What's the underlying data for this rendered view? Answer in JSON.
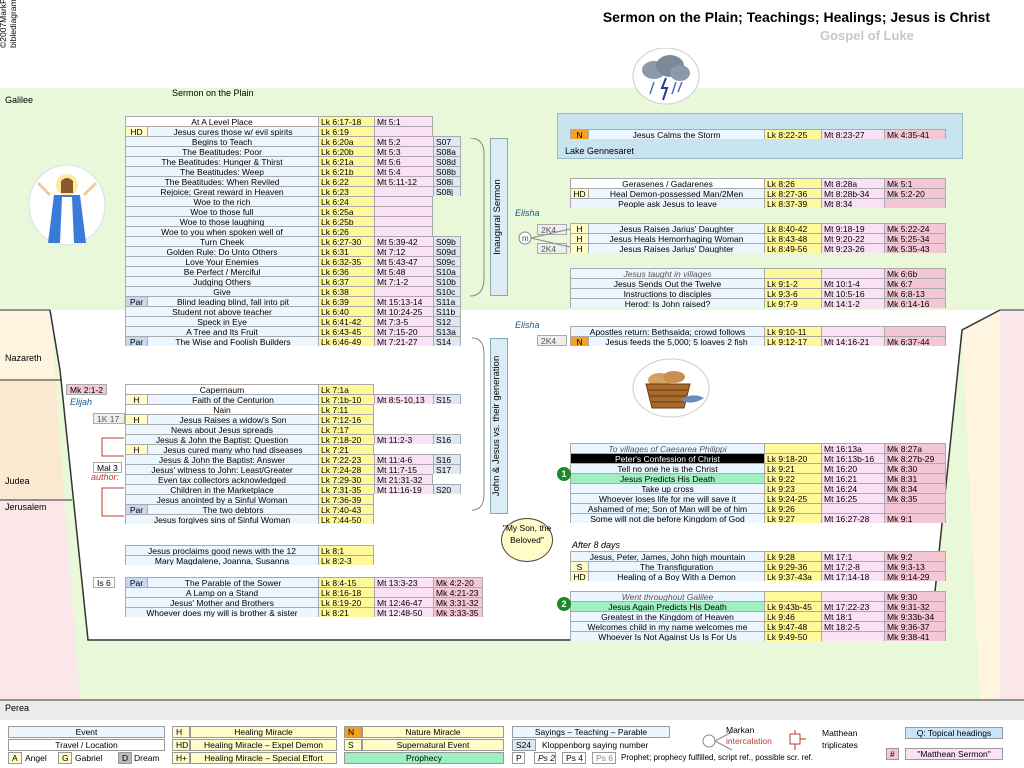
{
  "header": {
    "title": "Sermon on the Plain; Teachings; Healings; Jesus is Christ",
    "subtitle": "Gospel of Luke",
    "credit1": "©2007MarkPoyser",
    "credit2": "biblediagrams.com"
  },
  "regions": {
    "galilee": "Galilee",
    "nazareth": "Nazareth",
    "judea": "Judea",
    "jerusalem": "Jerusalem",
    "perea": "Perea",
    "lake": "Lake Gennesaret"
  },
  "labels": {
    "sermon_plain": "Sermon on the Plain",
    "inaugural": "Inaugural Sermon",
    "john_jesus": "John & Jesus vs. their generation",
    "elisha1": "Elisha",
    "elisha2": "Elisha",
    "elijah": "Elijah",
    "author": "author:",
    "speech": "\"My Son, the Beloved\"",
    "after8": "After 8 days",
    "circle1": "1",
    "circle2": "2",
    "m": "m"
  },
  "refs": {
    "mk212": "Mk 2:1-2",
    "lk1k17": "1K 17",
    "mal3": "Mal 3",
    "is6": "Is 6",
    "k4a": "2K4",
    "k4b": "2K4",
    "k4c": "2K4"
  },
  "left_rows": [
    {
      "e": "At A Level Place",
      "t": "travel",
      "c1": "Lk 6:17-18",
      "c2": "Mt 5:1",
      "c3": "",
      "s": ""
    },
    {
      "g": "HD",
      "e": "Jesus cures those w/ evil spirits",
      "c1": "Lk 6:19",
      "c2": "",
      "c3": "",
      "s": ""
    },
    {
      "e": "Begins to Teach",
      "c1": "Lk 6:20a",
      "c2": "Mt 5:2",
      "c3": "",
      "s": "S07"
    },
    {
      "e": "The Beatitudes: Poor",
      "c1": "Lk 6:20b",
      "c2": "Mt 5:3",
      "c3": "",
      "s": "S08a"
    },
    {
      "e": "The Beatitudes: Hunger & Thirst",
      "c1": "Lk 6:21a",
      "c2": "Mt 5:6",
      "c3": "",
      "s": "S08d"
    },
    {
      "e": "The Beatitudes: Weep",
      "c1": "Lk 6:21b",
      "c2": "Mt 5:4",
      "c3": "",
      "s": "S08b"
    },
    {
      "e": "The Beatitudes: When Reviled",
      "c1": "Lk 6:22",
      "c2": "Mt 5:11-12",
      "c3": "",
      "s": "S08i"
    },
    {
      "e": "Rejoice; Great reward in Heaven",
      "c1": "Lk 6:23",
      "c2": "",
      "c3": "",
      "s": "S08j"
    },
    {
      "e": "Woe to the rich",
      "c1": "Lk 6:24",
      "c2": "",
      "c3": "",
      "s": ""
    },
    {
      "e": "Woe to those full",
      "c1": "Lk 6:25a",
      "c2": "",
      "c3": "",
      "s": ""
    },
    {
      "e": "Woe to those laughing",
      "c1": "Lk 6:25b",
      "c2": "",
      "c3": "",
      "s": ""
    },
    {
      "e": "Woe to you when spoken well of",
      "c1": "Lk 6:26",
      "c2": "",
      "c3": "",
      "s": ""
    },
    {
      "e": "Turn Cheek",
      "c1": "Lk 6:27-30",
      "c2": "Mt 5:39-42",
      "c3": "",
      "s": "S09b"
    },
    {
      "e": "Golden Rule: Do Unto Others",
      "c1": "Lk 6:31",
      "c2": "Mt 7:12",
      "c3": "",
      "s": "S09d"
    },
    {
      "e": "Love Your Enemies",
      "c1": "Lk 6:32-35",
      "c2": "Mt 5:43-47",
      "c3": "",
      "s": "S09c"
    },
    {
      "e": "Be Perfect / Merciful",
      "c1": "Lk 6:36",
      "c2": "Mt 5:48",
      "c3": "",
      "s": "S10a"
    },
    {
      "e": "Judging Others",
      "c1": "Lk 6:37",
      "c2": "Mt 7:1-2",
      "c3": "",
      "s": "S10b"
    },
    {
      "e": "Give",
      "c1": "Lk 6:38",
      "c2": "",
      "c3": "",
      "s": "S10c"
    },
    {
      "g": "Par",
      "e": "Blind leading blind, fall into pit",
      "c1": "Lk 6:39",
      "c2": "Mt 15:13-14",
      "c3": "",
      "s": "S11a"
    },
    {
      "e": "Student not above teacher",
      "c1": "Lk 6:40",
      "c2": "Mt 10:24-25",
      "c3": "",
      "s": "S11b"
    },
    {
      "e": "Speck in Eye",
      "c1": "Lk 6:41-42",
      "c2": "Mt 7:3-5",
      "c3": "",
      "s": "S12"
    },
    {
      "e": "A Tree and Its Fruit",
      "c1": "Lk 6:43-45",
      "c2": "Mt 7:15-20",
      "c3": "",
      "s": "S13a"
    },
    {
      "g": "Par",
      "e": "The Wise and Foolish Builders",
      "c1": "Lk 6:46-49",
      "c2": "Mt 7:21-27",
      "c3": "",
      "s": "S14"
    }
  ],
  "left_rows2": [
    {
      "e": "Capernaum",
      "t": "travel",
      "c1": "Lk 7:1a",
      "c2": "",
      "s": ""
    },
    {
      "g": "H",
      "e": "Faith of the Centurion",
      "c1": "Lk 7:1b-10",
      "c2": "Mt 8:5-10,13",
      "s": "S15"
    },
    {
      "e": "Nain",
      "t": "travel",
      "c1": "Lk 7:11",
      "c2": "",
      "s": ""
    },
    {
      "g": "H",
      "e": "Jesus Raises a widow's Son",
      "c1": "Lk 7:12-16",
      "c2": "",
      "s": ""
    },
    {
      "e": "News about Jesus spreads",
      "c1": "Lk 7:17",
      "c2": "",
      "s": ""
    },
    {
      "e": "Jesus & John the Baptist: Question",
      "c1": "Lk 7:18-20",
      "c2": "Mt 11:2-3",
      "s": "S16"
    },
    {
      "g": "H",
      "e": "Jesus cured many who had diseases",
      "c1": "Lk 7:21",
      "c2": "",
      "s": ""
    },
    {
      "e": "Jesus & John the Baptist: Answer",
      "c1": "Lk 7:22-23",
      "c2": "Mt 11:4-6",
      "s": "S16"
    },
    {
      "e": "Jesus' witness to John: Least/Greater",
      "c1": "Lk 7:24-28",
      "c2": "Mt 11:7-15",
      "s": "S17"
    },
    {
      "e": "Even tax collectors acknowledged",
      "c1": "Lk 7:29-30",
      "c2": "Mt 21:31-32",
      "s": ""
    },
    {
      "e": "Children in the Marketplace",
      "c1": "Lk 7:31-35",
      "c2": "Mt 11:16-19",
      "s": "S20"
    },
    {
      "e": "Jesus anointed by a Sinful Woman",
      "c1": "Lk 7:36-39",
      "c2": "",
      "s": ""
    },
    {
      "g": "Par",
      "e": "The two debtors",
      "c1": "Lk 7:40-43",
      "c2": "",
      "s": ""
    },
    {
      "e": "Jesus forgives sins of Sinful Woman",
      "c1": "Lk 7:44-50",
      "c2": "",
      "s": ""
    }
  ],
  "left_rows3": [
    {
      "e": "Jesus proclaims good news with the 12",
      "c1": "Lk 8:1"
    },
    {
      "e": "Mary Magdalene, Joanna, Susanna",
      "c1": "Lk 8:2-3"
    }
  ],
  "left_rows4": [
    {
      "g": "Par",
      "e": "The Parable of the Sower",
      "c1": "Lk 8:4-15",
      "c2": "Mt 13:3-23",
      "c3": "Mk 4:2-20"
    },
    {
      "e": "A Lamp on a Stand",
      "c1": "Lk 8:16-18",
      "c2": "",
      "c3": "Mk 4:21-23"
    },
    {
      "e": "Jesus' Mother and Brothers",
      "c1": "Lk 8:19-20",
      "c2": "Mt 12:46-47",
      "c3": "Mk 3:31-32"
    },
    {
      "e": "Whoever does my will is brother & sister",
      "c1": "Lk 8:21",
      "c2": "Mt 12:48-50",
      "c3": "Mk 3:33-35"
    }
  ],
  "right_storm": {
    "g": "N",
    "e": "Jesus Calms the Storm",
    "c1": "Lk 8:22-25",
    "c2": "Mt 8:23-27",
    "c3": "Mk 4:35-41"
  },
  "right_rows1": [
    {
      "e": "Gerasenes / Gadarenes",
      "t": "travel",
      "c1": "Lk 8:26",
      "c2": "Mt 8:28a",
      "c3": "Mk 5:1"
    },
    {
      "g": "HD",
      "e": "Heal Demon-possessed Man/2Men",
      "c1": "Lk 8:27-36",
      "c2": "Mt 8:28b-34",
      "c3": "Mk 5:2-20"
    },
    {
      "e": "People ask Jesus to leave",
      "c1": "Lk 8:37-39",
      "c2": "Mt 8:34",
      "c3": ""
    }
  ],
  "right_rows2": [
    {
      "g": "H",
      "e": "Jesus Raises Jarius' Daughter",
      "c1": "Lk 8:40-42",
      "c2": "Mt 9:18-19",
      "c3": "Mk 5:22-24"
    },
    {
      "g": "H",
      "e": "Jesus Heals Hemorrhaging Woman",
      "c1": "Lk 8:43-48",
      "c2": "Mt 9:20-22",
      "c3": "Mk 5:25-34"
    },
    {
      "g": "H",
      "e": "Jesus Raises Jarius' Daughter",
      "c1": "Lk 8:49-56",
      "c2": "Mt 9:23-26",
      "c3": "Mk 5:35-43"
    }
  ],
  "right_rows3": [
    {
      "e": "Jesus taught in villages",
      "t": "italic",
      "c1": "",
      "c2": "",
      "c3": "Mk 6:6b"
    },
    {
      "e": "Jesus Sends Out the Twelve",
      "c1": "Lk 9:1-2",
      "c2": "Mt 10:1-4",
      "c3": "Mk 6:7"
    },
    {
      "e": "Instructions to disciples",
      "c1": "Lk 9:3-6",
      "c2": "Mt 10:5-16",
      "c3": "Mk 6:8-13"
    },
    {
      "e": "Herod: Is John raised?",
      "c1": "Lk 9:7-9",
      "c2": "Mt 14:1-2",
      "c3": "Mk 6:14-16"
    }
  ],
  "right_rows4": [
    {
      "e": "Apostles return: Bethsaida; crowd follows",
      "c1": "Lk 9:10-11",
      "c2": "",
      "c3": ""
    },
    {
      "g": "N",
      "e": "Jesus feeds the 5,000; 5 loaves 2 fish",
      "c1": "Lk 9:12-17",
      "c2": "Mt 14:16-21",
      "c3": "Mk 6:37-44"
    }
  ],
  "right_rows5": [
    {
      "e": "To villages of Caesarea Philippi",
      "t": "italic",
      "c1": "",
      "c2": "Mt 16:13a",
      "c3": "Mk 8:27a"
    },
    {
      "e": "Peter's Confession of Christ",
      "t": "dark",
      "c1": "Lk 9:18-20",
      "c2": "Mt 16:13b-16",
      "c3": "Mk 8:27b-29"
    },
    {
      "e": "Tell no one he is the Christ",
      "c1": "Lk 9:21",
      "c2": "Mt 16:20",
      "c3": "Mk 8:30"
    },
    {
      "e": "Jesus Predicts His Death",
      "t": "green",
      "c1": "Lk 9:22",
      "c2": "Mt 16:21",
      "c3": "Mk 8:31"
    },
    {
      "e": "Take up cross",
      "c1": "Lk 9:23",
      "c2": "Mt 16:24",
      "c3": "Mk 8:34"
    },
    {
      "e": "Whoever loses life for me will save it",
      "c1": "Lk 9:24-25",
      "c2": "Mt 16:25",
      "c3": "Mk 8:35"
    },
    {
      "e": "Ashamed of me; Son of Man will be of him",
      "c1": "Lk 9:26",
      "c2": "",
      "c3": ""
    },
    {
      "e": "Some will not die before Kingdom of God",
      "c1": "Lk 9:27",
      "c2": "Mt 16:27-28",
      "c3": "Mk 9:1"
    }
  ],
  "right_rows6": [
    {
      "e": "Jesus, Peter, James, John high mountain",
      "c1": "Lk 9:28",
      "c2": "Mt 17:1",
      "c3": "Mk 9:2"
    },
    {
      "g": "S",
      "e": "The Transfiguration",
      "c1": "Lk 9:29-36",
      "c2": "Mt 17:2-8",
      "c3": "Mk 9:3-13"
    },
    {
      "g": "HD",
      "e": "Healing of a Boy With a Demon",
      "c1": "Lk 9:37-43a",
      "c2": "Mt 17:14-18",
      "c3": "Mk 9:14-29"
    }
  ],
  "right_rows7": [
    {
      "e": "Went throughout Galilee",
      "t": "italic",
      "c1": "",
      "c2": "",
      "c3": "Mk 9:30"
    },
    {
      "e": "Jesus Again Predicts His Death",
      "t": "green",
      "c1": "Lk 9:43b-45",
      "c2": "Mt 17:22-23",
      "c3": "Mk 9:31-32"
    },
    {
      "e": "Greatest in the Kingdom of Heaven",
      "c1": "Lk 9:46",
      "c2": "Mt 18:1",
      "c3": "Mk 9:33b-34"
    },
    {
      "e": "Welcomes child in my name welcomes me",
      "c1": "Lk 9:47-48",
      "c2": "Mt 18:2-5",
      "c3": "Mk 9:36-37"
    },
    {
      "e": "Whoever Is Not Against Us Is For Us",
      "c1": "Lk 9:49-50",
      "c2": "",
      "c3": "Mk 9:38-41"
    }
  ],
  "legend": {
    "event": "Event",
    "travel": "Travel / Location",
    "angel": "Angel",
    "gabriel": "Gabriel",
    "dream": "Dream",
    "a": "A",
    "g": "G",
    "d": "D",
    "h": "H",
    "hd": "HD",
    "hplus": "H+",
    "heal": "Healing Miracle",
    "heal_demon": "Healing Miracle – Expel Demon",
    "heal_special": "Healing Miracle – Special Effort",
    "n": "N",
    "s": "S",
    "nature": "Nature Miracle",
    "super": "Supernatural Event",
    "prophecy": "Prophecy",
    "sayings": "Sayings – Teaching – Parable",
    "s24": "S24",
    "kloppenborg": "Kloppenborg saying number",
    "p": "P",
    "ps2": "Ps 2",
    "ps4": "Ps 4",
    "ps6": "Ps 6",
    "prophet": "Prophet; prophecy fulfilled, script ref., possible scr. ref.",
    "markan": "Markan",
    "intercalation": "intercalation",
    "matthean": "Matthean",
    "triplicates": "triplicates",
    "topical": "Q: Topical headings",
    "hash": "#",
    "matt_sermon": "\"Matthean Sermon\""
  },
  "colors": {
    "galilee": "#e8f8d8",
    "nazareth": "#fff4e0",
    "judea": "#fbe8d0",
    "jerusalem": "#fbe6ea",
    "perea": "#ebebeb",
    "lake": "#c8e4ee"
  }
}
